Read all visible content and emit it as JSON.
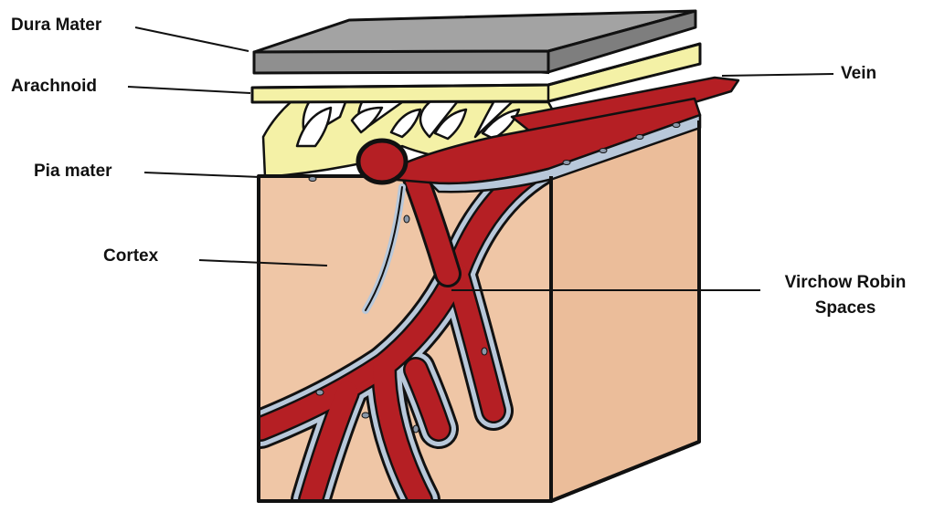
{
  "labels": {
    "dura_mater": "Dura Mater",
    "arachnoid": "Arachnoid",
    "pia_mater": "Pia mater",
    "cortex": "Cortex",
    "vein": "Vein",
    "virchow_robin_line1": "Virchow Robin",
    "virchow_robin_line2": "Spaces"
  },
  "colors": {
    "dura": "#9a9a9a",
    "arachnoid": "#f4f1a6",
    "cortex_front": "#efc6a6",
    "cortex_side": "#ebbd9a",
    "vessel": "#b51f24",
    "perivascular_space": "#b8c8da",
    "outline": "#111111"
  }
}
